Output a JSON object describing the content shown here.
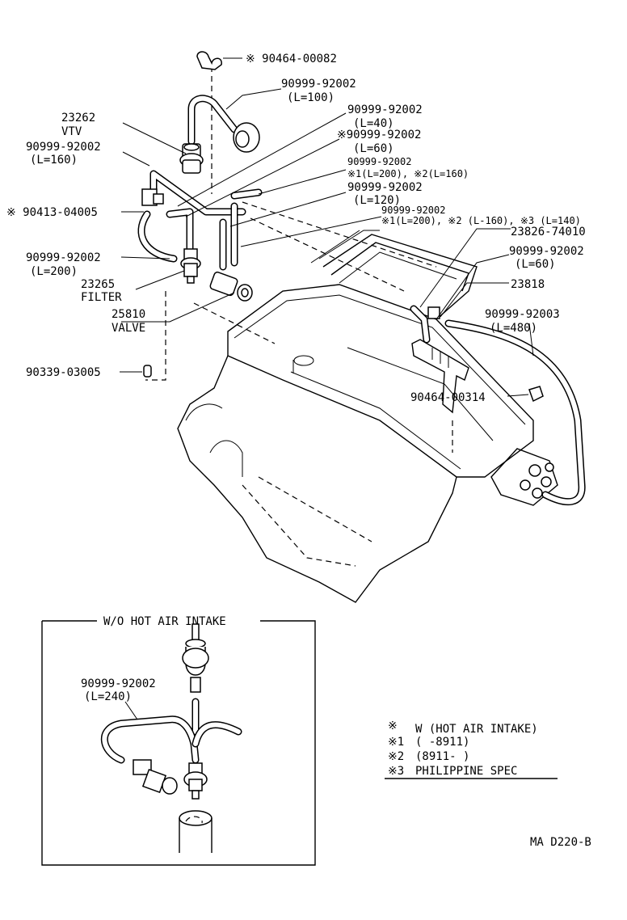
{
  "labels": {
    "clip_top": "※ 90464-00082",
    "hose_100_pn": "90999-92002",
    "hose_100_len": "(L=100)",
    "vtv_pn": "23262",
    "vtv_name": "VTV",
    "hose_40_pn": "90999-92002",
    "hose_40_len": "(L=40)",
    "hose_60a_pn": "※90999-92002",
    "hose_60a_len": "(L=60)",
    "hose_160_pn": "90999-92002",
    "hose_160_len": "(L=160)",
    "hose_200_160_pn": "90999-92002",
    "hose_200_160_len": "※1(L=200), ※2(L=160)",
    "valve_left_pn": "※ 90413-04005",
    "hose_120_pn": "90999-92002",
    "hose_120_len": "(L=120)",
    "hose_multi_pn": "90999-92002",
    "hose_multi_len": "※1(L=200), ※2 (L-160), ※3 (L=140)",
    "hose_200_pn": "90999-92002",
    "hose_200_len": "(L=200)",
    "part_23826": "23826-74010",
    "hose_60b_pn": "90999-92002",
    "hose_60b_len": "(L=60)",
    "filter_pn": "23265",
    "filter_name": "FILTER",
    "part_23818": "23818",
    "valve_pn": "25810",
    "valve_name": "VALVE",
    "hose_480_pn": "90999-92003",
    "hose_480_len": "(L=480)",
    "plug_pn": "90339-03005",
    "clip_right": "90464-00314",
    "inset_title": "W/O HOT AIR INTAKE",
    "inset_hose_pn": "90999-92002",
    "inset_hose_len": "(L=240)",
    "legend_sym": "※",
    "legend_w": "W (HOT AIR INTAKE)",
    "legend_1_sym": "※1",
    "legend_1": "(        -8911)",
    "legend_2_sym": "※2",
    "legend_2": "(8911-        )",
    "legend_3_sym": "※3",
    "legend_3": "PHILIPPINE SPEC",
    "diagram_code": "MA D220-B"
  }
}
